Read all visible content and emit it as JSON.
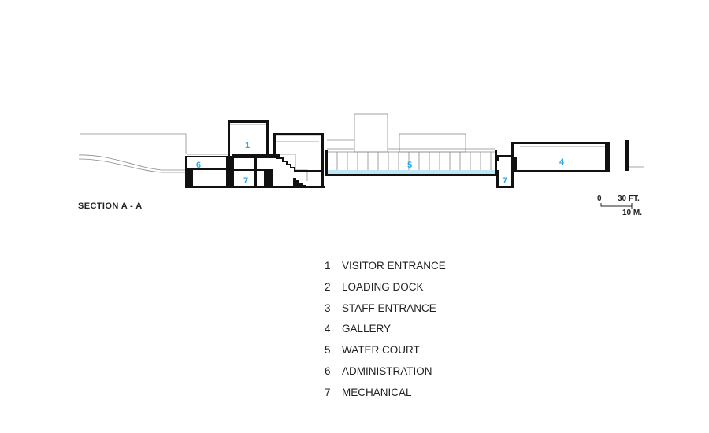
{
  "section": {
    "title": "SECTION A - A"
  },
  "scale": {
    "zero": "0",
    "feet": "30 FT.",
    "meters": "10 M."
  },
  "spaces": [
    {
      "num": "1",
      "label": "VISITOR ENTRANCE"
    },
    {
      "num": "2",
      "label": "LOADING DOCK"
    },
    {
      "num": "3",
      "label": "STAFF ENTRANCE"
    },
    {
      "num": "4",
      "label": "GALLERY"
    },
    {
      "num": "5",
      "label": "WATER COURT"
    },
    {
      "num": "6",
      "label": "ADMINISTRATION"
    },
    {
      "num": "7",
      "label": "MECHANICAL"
    }
  ],
  "colors": {
    "cut": "#111111",
    "line": "#7a7a7a",
    "tag": "#29a9e0",
    "water": "#bfe6f5"
  }
}
